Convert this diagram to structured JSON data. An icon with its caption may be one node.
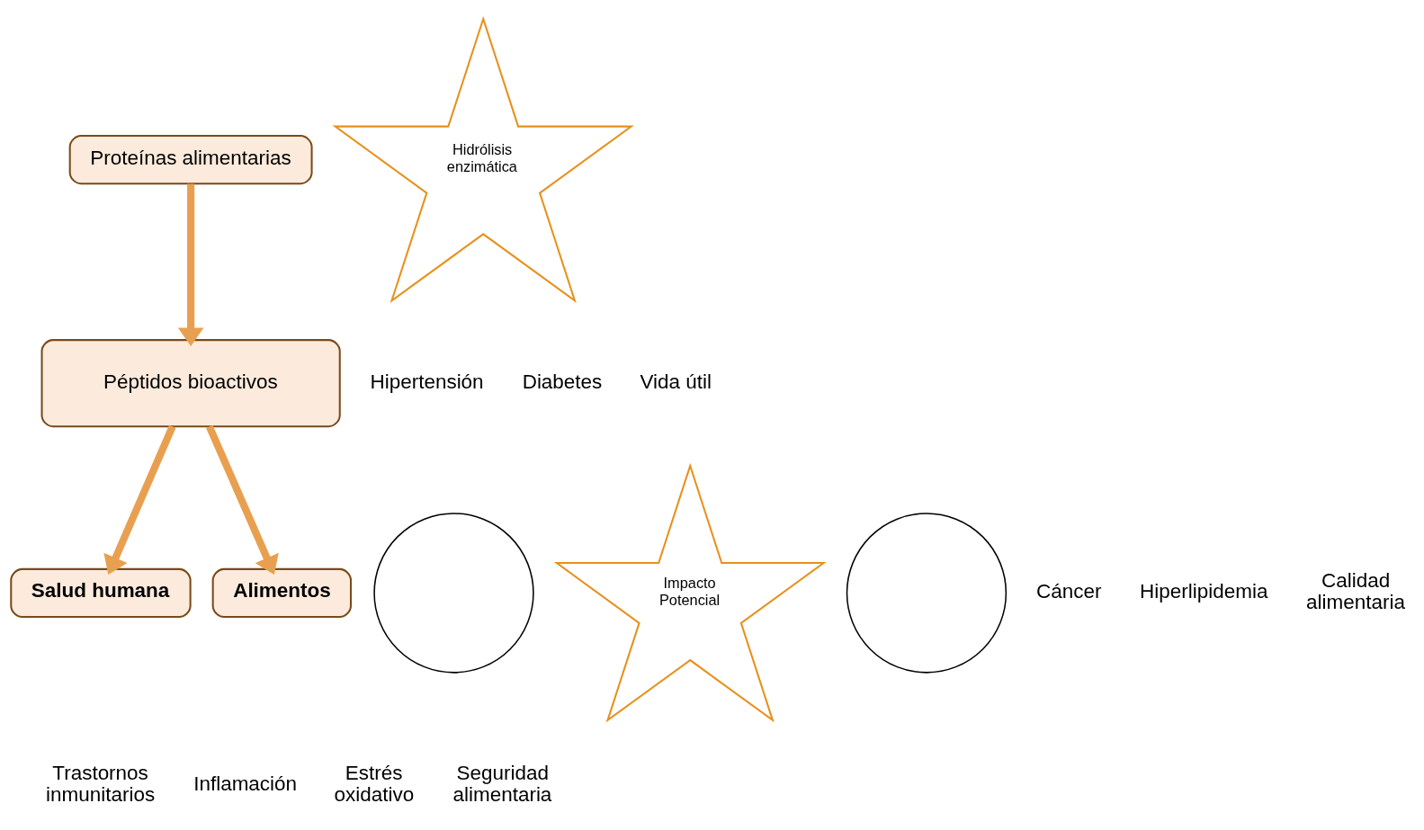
{
  "diagram": {
    "nodes": [
      {
        "text": [
          "Proteínas alimentarias"
        ]
      },
      {
        "text": [
          "Hidrólisis enzimática"
        ]
      },
      {
        "text": [
          "Péptidos bioactivos"
        ]
      },
      {
        "text": [],
        "shape": "circle"
      },
      {
        "text": [
          "Salud humana"
        ]
      },
      {
        "text": [
          "Impacto Potencial"
        ]
      },
      {
        "text": [
          "Alimentos"
        ]
      },
      {
        "text": [],
        "shape": "circle"
      }
    ],
    "edges": [
      {
        "from": 0,
        "to": 2,
        "arrow": "to"
      },
      {
        "from": 2,
        "to": 4,
        "arrow": "to"
      },
      {
        "from": 2,
        "to": 6,
        "arrow": "to"
      }
    ],
    "labels": [
      "Hipertensión",
      "Diabetes",
      "Cáncer",
      "Hiperlipidemia",
      "Trastornos inmunitarios",
      "Inflamación",
      "Estrés oxidativo",
      "Vida útil",
      "Calidad alimentaria",
      "Seguridad alimentaria"
    ]
  }
}
